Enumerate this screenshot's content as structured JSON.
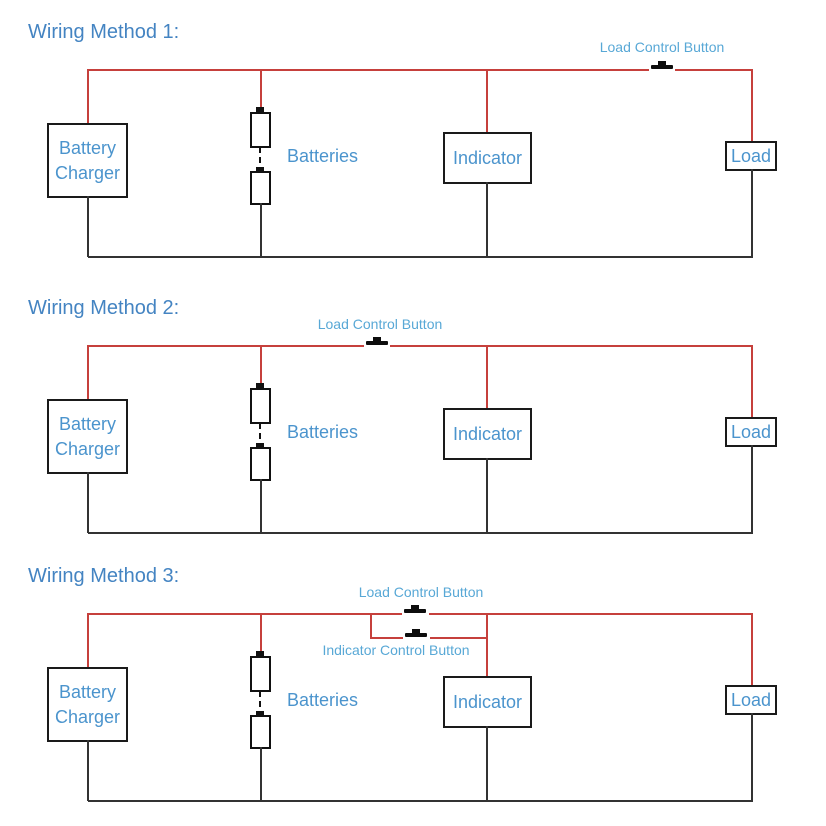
{
  "colors": {
    "wire_positive_red": "#c6403c",
    "wire_negative_black": "#333333",
    "box_border_black": "#1a1a1a",
    "section_title_blue": "#4484c2",
    "component_text_blue": "#4b94cd",
    "button_label_blue": "#58a8d6",
    "switch_symbol_black": "#0d0d0d"
  },
  "sections": [
    {
      "title": "Wiring Method 1:",
      "labels": {
        "battery_charger": [
          "Battery",
          "Charger"
        ],
        "batteries": "Batteries",
        "indicator": "Indicator",
        "load": "Load",
        "load_control_button": "Load Control Button"
      }
    },
    {
      "title": "Wiring Method 2:",
      "labels": {
        "battery_charger": [
          "Battery",
          "Charger"
        ],
        "batteries": "Batteries",
        "indicator": "Indicator",
        "load": "Load",
        "load_control_button": "Load Control Button"
      }
    },
    {
      "title": "Wiring Method 3:",
      "labels": {
        "battery_charger": [
          "Battery",
          "Charger"
        ],
        "batteries": "Batteries",
        "indicator": "Indicator",
        "load": "Load",
        "load_control_button": "Load Control Button",
        "indicator_control_button": "Indicator Control Button"
      }
    }
  ]
}
